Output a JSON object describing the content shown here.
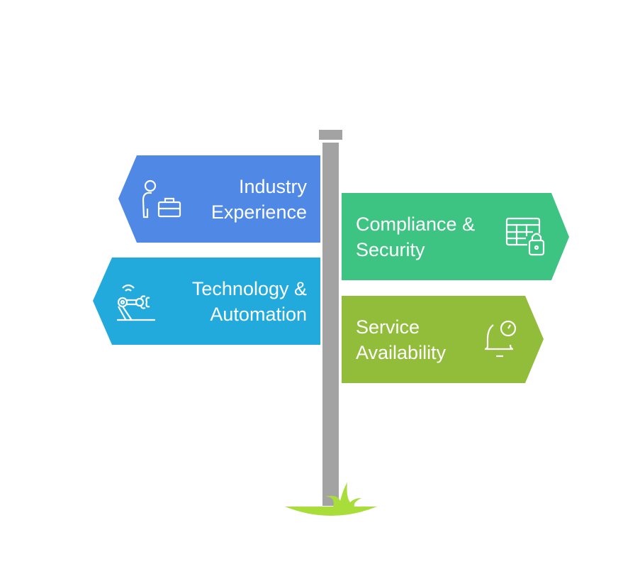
{
  "signs": [
    {
      "line1": "Industry",
      "line2": "Experience",
      "icon": "person-briefcase-icon",
      "color": "#4F88E5"
    },
    {
      "line1": "Technology &",
      "line2": "Automation",
      "icon": "robot-arm-icon",
      "color": "#21AADB"
    },
    {
      "line1": "Compliance &",
      "line2": "Security",
      "icon": "table-lock-icon",
      "color": "#3EC482"
    },
    {
      "line1": "Service",
      "line2": "Availability",
      "icon": "bell-clock-icon",
      "color": "#92BD3A"
    }
  ],
  "colors": {
    "pole": "#A3A3A3",
    "grass": "#A8DD3A"
  }
}
